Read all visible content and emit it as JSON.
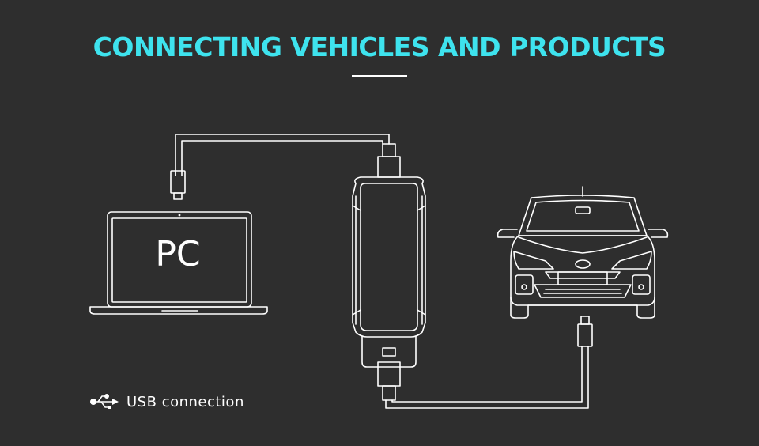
{
  "title": "CONNECTING VEHICLES AND PRODUCTS",
  "pc_label": "PC",
  "legend": {
    "label": "USB connection",
    "icon": "usb-icon"
  },
  "colors": {
    "background": "#2e2e2e",
    "title": "#3ee3ee",
    "line": "#ffffff"
  }
}
